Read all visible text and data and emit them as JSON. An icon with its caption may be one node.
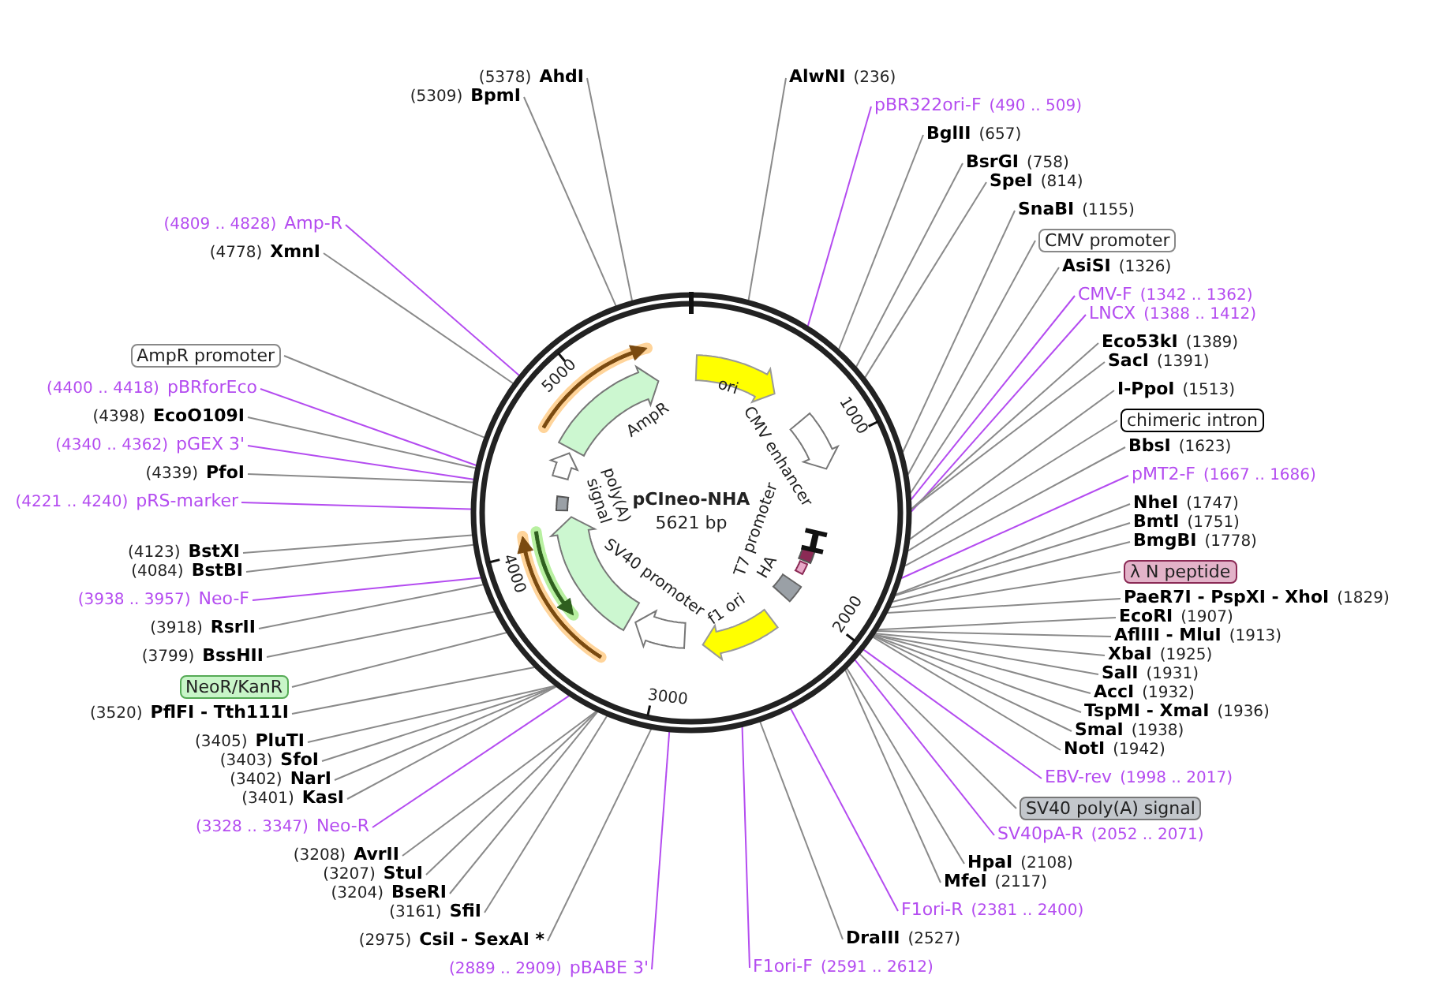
{
  "diagram": {
    "nodes": [
      {
        "text": [
          "AlwNI",
          "(236)"
        ]
      },
      {
        "text": [
          "pBR322ori-F",
          "(490 .. 509)"
        ]
      },
      {
        "text": [
          "BglII",
          "(657)"
        ]
      },
      {
        "text": [
          "BsrGI",
          "(758)"
        ]
      },
      {
        "text": [
          "SpeI",
          "(814)"
        ]
      },
      {
        "text": [
          "SnaBI",
          "(1155)"
        ]
      },
      {
        "text": [
          "CMV promoter"
        ]
      },
      {
        "text": [
          "AsiSI",
          "(1326)"
        ]
      },
      {
        "text": [
          "CMV-F",
          "(1342 .. 1362)"
        ]
      },
      {
        "text": [
          "LNCX",
          "(1388 .. 1412)"
        ]
      },
      {
        "text": [
          "Eco53kI",
          "(1389)"
        ]
      },
      {
        "text": [
          "SacI",
          "(1391)"
        ]
      },
      {
        "text": [
          "I-PpoI",
          "(1513)"
        ]
      },
      {
        "text": [
          "chimeric intron"
        ]
      },
      {
        "text": [
          "BbsI",
          "(1623)"
        ]
      },
      {
        "text": [
          "pMT2-F",
          "(1667 .. 1686)"
        ]
      },
      {
        "text": [
          "NheI",
          "(1747)"
        ]
      },
      {
        "text": [
          "BmtI",
          "(1751)"
        ]
      },
      {
        "text": [
          "BmgBI",
          "(1778)"
        ]
      },
      {
        "text": [
          "λ N peptide"
        ]
      },
      {
        "text": [
          "PaeR7I - PspXI - XhoI",
          "(1829)"
        ]
      },
      {
        "text": [
          "EcoRI",
          "(1907)"
        ]
      },
      {
        "text": [
          "AflIII - MluI",
          "(1913)"
        ]
      },
      {
        "text": [
          "XbaI",
          "(1925)"
        ]
      },
      {
        "text": [
          "SalI",
          "(1931)"
        ]
      },
      {
        "text": [
          "AccI",
          "(1932)"
        ]
      },
      {
        "text": [
          "TspMI - XmaI",
          "(1936)"
        ]
      },
      {
        "text": [
          "SmaI",
          "(1938)"
        ]
      },
      {
        "text": [
          "NotI",
          "(1942)"
        ]
      },
      {
        "text": [
          "EBV-rev",
          "(1998 .. 2017)"
        ]
      },
      {
        "text": [
          "SV40 poly(A) signal"
        ]
      },
      {
        "text": [
          "SV40pA-R",
          "(2052 .. 2071)"
        ]
      },
      {
        "text": [
          "HpaI",
          "(2108)"
        ]
      },
      {
        "text": [
          "MfeI",
          "(2117)"
        ]
      },
      {
        "text": [
          "F1ori-R",
          "(2381 .. 2400)"
        ]
      },
      {
        "text": [
          "DraIII",
          "(2527)"
        ]
      },
      {
        "text": [
          "F1ori-F",
          "(2591 .. 2612)"
        ]
      },
      {
        "text": [
          "(5378)",
          "AhdI"
        ]
      },
      {
        "text": [
          "(5309)",
          "BpmI"
        ]
      },
      {
        "text": [
          "(4809 .. 4828)",
          "Amp-R"
        ]
      },
      {
        "text": [
          "(4778)",
          "XmnI"
        ]
      },
      {
        "text": [
          "AmpR promoter"
        ]
      },
      {
        "text": [
          "(4400 .. 4418)",
          "pBRforEco"
        ]
      },
      {
        "text": [
          "(4398)",
          "EcoO109I"
        ]
      },
      {
        "text": [
          "(4340 .. 4362)",
          "pGEX 3'"
        ]
      },
      {
        "text": [
          "(4339)",
          "PfoI"
        ]
      },
      {
        "text": [
          "(4221 .. 4240)",
          "pRS-marker"
        ]
      },
      {
        "text": [
          "(4123)",
          "BstXI"
        ]
      },
      {
        "text": [
          "(4084)",
          "BstBI"
        ]
      },
      {
        "text": [
          "(3938 .. 3957)",
          "Neo-F"
        ]
      },
      {
        "text": [
          "(3918)",
          "RsrII"
        ]
      },
      {
        "text": [
          "(3799)",
          "BssHII"
        ]
      },
      {
        "text": [
          "NeoR/KanR"
        ]
      },
      {
        "text": [
          "(3520)",
          "PflFI - Tth111I"
        ]
      },
      {
        "text": [
          "(3405)",
          "PluTI"
        ]
      },
      {
        "text": [
          "(3403)",
          "SfoI"
        ]
      },
      {
        "text": [
          "(3402)",
          "NarI"
        ]
      },
      {
        "text": [
          "(3401)",
          "KasI"
        ]
      },
      {
        "text": [
          "(3328 .. 3347)",
          "Neo-R"
        ]
      },
      {
        "text": [
          "(3208)",
          "AvrII"
        ]
      },
      {
        "text": [
          "(3207)",
          "StuI"
        ]
      },
      {
        "text": [
          "(3204)",
          "BseRI"
        ]
      },
      {
        "text": [
          "(3161)",
          "SfiI"
        ]
      },
      {
        "text": [
          "(2975)",
          "CsiI - SexAI *"
        ]
      },
      {
        "text": [
          "(2889 .. 2909)",
          "pBABE 3'"
        ]
      },
      {
        "text": [],
        "shape": "circle"
      },
      {
        "text": [
          "ori"
        ],
        "in": 65
      },
      {
        "text": [
          "CMV enhancer"
        ],
        "in": 65
      },
      {
        "text": [
          "T7 promoter"
        ],
        "in": 65
      },
      {
        "text": [
          "HA"
        ],
        "in": 65
      },
      {
        "text": [
          "f1 ori"
        ],
        "in": 65
      },
      {
        "text": [
          "SV40 promoter"
        ],
        "in": 65
      },
      {
        "text": [
          "poly(A) signal"
        ],
        "in": 65
      },
      {
        "text": [
          "AmpR"
        ],
        "in": 65
      }
    ],
    "edges": [
      {
        "from": 0,
        "to": 65,
        "arrow": "none"
      },
      {
        "from": 1,
        "to": 65,
        "arrow": "none",
        "color": "#b44cf0"
      },
      {
        "from": 2,
        "to": 65,
        "arrow": "none"
      },
      {
        "from": 3,
        "to": 65,
        "arrow": "none"
      },
      {
        "from": 4,
        "to": 65,
        "arrow": "none"
      },
      {
        "from": 5,
        "to": 65,
        "arrow": "none"
      },
      {
        "from": 6,
        "to": 65,
        "arrow": "none"
      },
      {
        "from": 7,
        "to": 65,
        "arrow": "none"
      },
      {
        "from": 8,
        "to": 65,
        "arrow": "none",
        "color": "#b44cf0"
      },
      {
        "from": 9,
        "to": 65,
        "arrow": "none",
        "color": "#b44cf0"
      },
      {
        "from": 10,
        "to": 65,
        "arrow": "none"
      },
      {
        "from": 11,
        "to": 65,
        "arrow": "none"
      },
      {
        "from": 12,
        "to": 65,
        "arrow": "none"
      },
      {
        "from": 13,
        "to": 65,
        "arrow": "none"
      },
      {
        "from": 14,
        "to": 65,
        "arrow": "none"
      },
      {
        "from": 15,
        "to": 65,
        "arrow": "none",
        "color": "#b44cf0"
      },
      {
        "from": 16,
        "to": 65,
        "arrow": "none"
      },
      {
        "from": 17,
        "to": 65,
        "arrow": "none"
      },
      {
        "from": 18,
        "to": 65,
        "arrow": "none"
      },
      {
        "from": 19,
        "to": 65,
        "arrow": "none"
      },
      {
        "from": 20,
        "to": 65,
        "arrow": "none"
      },
      {
        "from": 21,
        "to": 65,
        "arrow": "none"
      },
      {
        "from": 22,
        "to": 65,
        "arrow": "none"
      },
      {
        "from": 23,
        "to": 65,
        "arrow": "none"
      },
      {
        "from": 24,
        "to": 65,
        "arrow": "none"
      },
      {
        "from": 25,
        "to": 65,
        "arrow": "none"
      },
      {
        "from": 26,
        "to": 65,
        "arrow": "none"
      },
      {
        "from": 27,
        "to": 65,
        "arrow": "none"
      },
      {
        "from": 28,
        "to": 65,
        "arrow": "none"
      },
      {
        "from": 29,
        "to": 65,
        "arrow": "none",
        "color": "#b44cf0"
      },
      {
        "from": 30,
        "to": 65,
        "arrow": "none"
      },
      {
        "from": 31,
        "to": 65,
        "arrow": "none",
        "color": "#b44cf0"
      },
      {
        "from": 32,
        "to": 65,
        "arrow": "none"
      },
      {
        "from": 33,
        "to": 65,
        "arrow": "none"
      },
      {
        "from": 34,
        "to": 65,
        "arrow": "none",
        "color": "#b44cf0"
      },
      {
        "from": 35,
        "to": 65,
        "arrow": "none"
      },
      {
        "from": 36,
        "to": 65,
        "arrow": "none",
        "color": "#b44cf0"
      },
      {
        "from": 37,
        "to": 65,
        "arrow": "none"
      },
      {
        "from": 38,
        "to": 65,
        "arrow": "none"
      },
      {
        "from": 39,
        "to": 65,
        "arrow": "none",
        "color": "#b44cf0"
      },
      {
        "from": 40,
        "to": 65,
        "arrow": "none"
      },
      {
        "from": 41,
        "to": 65,
        "arrow": "none"
      },
      {
        "from": 42,
        "to": 65,
        "arrow": "none",
        "color": "#b44cf0"
      },
      {
        "from": 43,
        "to": 65,
        "arrow": "none"
      },
      {
        "from": 44,
        "to": 65,
        "arrow": "none",
        "color": "#b44cf0"
      },
      {
        "from": 45,
        "to": 65,
        "arrow": "none"
      },
      {
        "from": 46,
        "to": 65,
        "arrow": "none",
        "color": "#b44cf0"
      },
      {
        "from": 47,
        "to": 65,
        "arrow": "none"
      },
      {
        "from": 48,
        "to": 65,
        "arrow": "none"
      },
      {
        "from": 49,
        "to": 65,
        "arrow": "none",
        "color": "#b44cf0"
      },
      {
        "from": 50,
        "to": 65,
        "arrow": "none"
      },
      {
        "from": 51,
        "to": 65,
        "arrow": "none"
      },
      {
        "from": 52,
        "to": 65,
        "arrow": "none"
      },
      {
        "from": 53,
        "to": 65,
        "arrow": "none"
      },
      {
        "from": 54,
        "to": 65,
        "arrow": "none"
      },
      {
        "from": 55,
        "to": 65,
        "arrow": "none"
      },
      {
        "from": 56,
        "to": 65,
        "arrow": "none"
      },
      {
        "from": 57,
        "to": 65,
        "arrow": "none"
      },
      {
        "from": 58,
        "to": 65,
        "arrow": "none",
        "color": "#b44cf0"
      },
      {
        "from": 59,
        "to": 65,
        "arrow": "none"
      },
      {
        "from": 60,
        "to": 65,
        "arrow": "none"
      },
      {
        "from": 61,
        "to": 65,
        "arrow": "none"
      },
      {
        "from": 62,
        "to": 65,
        "arrow": "none"
      },
      {
        "from": 63,
        "to": 65,
        "arrow": "none"
      },
      {
        "from": 64,
        "to": 65,
        "arrow": "none",
        "color": "#b44cf0"
      }
    ],
    "labels": [
      "pCIneo-NHA",
      "5621 bp",
      "1000",
      "2000",
      "3000",
      "4000",
      "5000"
    ]
  }
}
